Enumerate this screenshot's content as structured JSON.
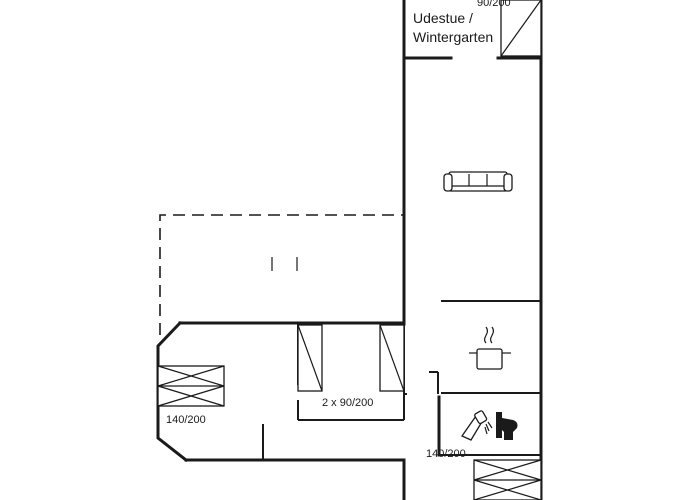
{
  "floorplan": {
    "rooms": {
      "conservatory_label_line1": "Udestue /",
      "conservatory_label_line2": "Wintergarten"
    },
    "beds": {
      "conservatory_bed": "90/200",
      "twin_beds": "2 x 90/200",
      "left_bed": "140/200",
      "bottom_bed": "140/200"
    },
    "icons": [
      "sofa-icon",
      "cooking-pot-icon",
      "shower-icon",
      "toilet-icon"
    ]
  }
}
